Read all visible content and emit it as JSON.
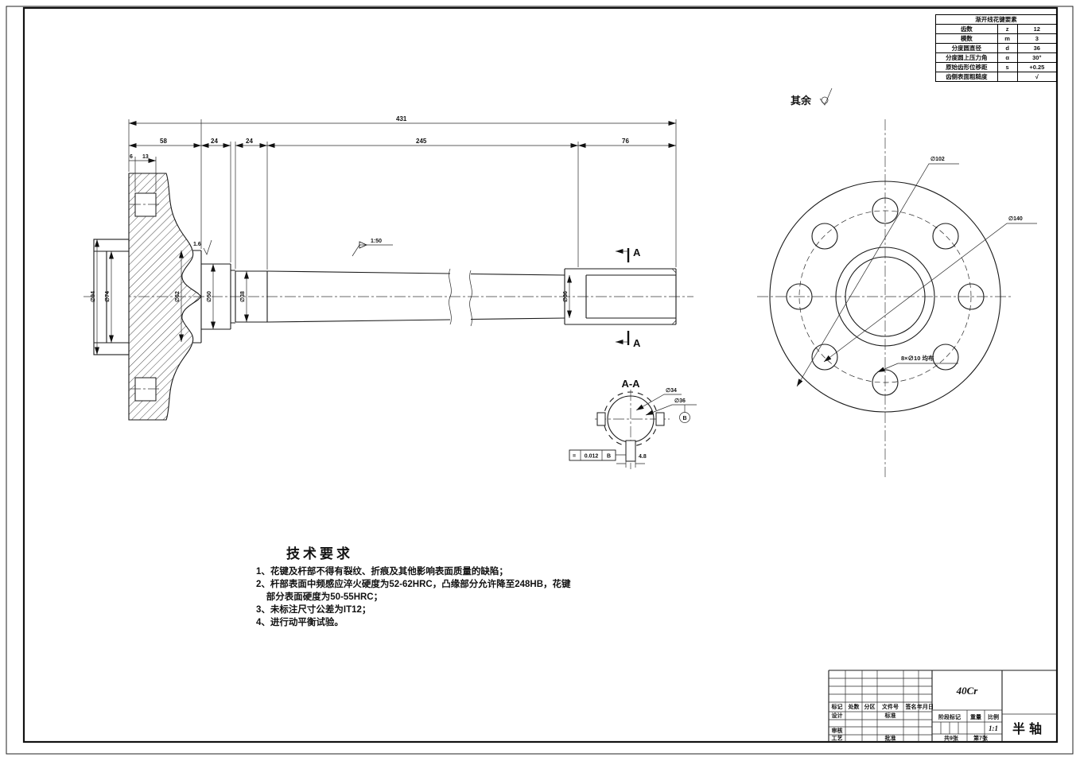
{
  "spline_table": {
    "title": "渐开线花键要素",
    "rows": [
      {
        "name": "齿数",
        "symbol": "z",
        "value": "12"
      },
      {
        "name": "模数",
        "symbol": "m",
        "value": "3"
      },
      {
        "name": "分度圆直径",
        "symbol": "d",
        "value": "36"
      },
      {
        "name": "分度圆上压力角",
        "symbol": "α",
        "value": "30°"
      },
      {
        "name": "原始齿形位移距",
        "symbol": "s",
        "value": "+0.25"
      },
      {
        "name": "齿侧表面粗糙度",
        "symbol": "",
        "value": "√"
      }
    ]
  },
  "surface_note": {
    "label": "其余"
  },
  "side_view": {
    "dims": {
      "overall": "431",
      "flange": "58",
      "neck1": "24",
      "neck2": "24",
      "body": "245",
      "spline_len": "76",
      "rim1": "6",
      "rim2": "13"
    },
    "diameters": {
      "d94": "∅94",
      "d74": "∅74",
      "d62": "∅62",
      "d50": "∅50",
      "d38": "∅38",
      "d36": "∅36"
    },
    "taper": "1:50",
    "roughness": "1.6",
    "section_mark": "A"
  },
  "flange_view": {
    "pitch_dia": "∅102",
    "outer_dia": "∅140",
    "holes_note": "8×∅10 均布"
  },
  "section_view": {
    "title": "A-A",
    "dia_small": "∅34",
    "dia_big": "∅36",
    "datum": "B",
    "fcf": {
      "symbol": "=",
      "value": "0.012",
      "datum": "B"
    },
    "tooth": "4.8"
  },
  "tech_req": {
    "title": "技术要求",
    "lines": [
      "1、花键及杆部不得有裂纹、折痕及其他影响表面质量的缺陷；",
      "2、杆部表面中频感应淬火硬度为52-62HRC，凸缘部分允许降至248HB，花键",
      "    部分表面硬度为50-55HRC；",
      "3、未标注尺寸公差为IT12；",
      "4、进行动平衡试验。"
    ]
  },
  "title_block": {
    "material": "40Cr",
    "part_name": "半轴",
    "headers": {
      "mark": "标记",
      "count": "处数",
      "zone": "分区",
      "doc_no": "文件号",
      "sign": "签名",
      "date": "年月日"
    },
    "roles": {
      "design": "设计",
      "standard": "标准",
      "check": "审核",
      "process": "工艺",
      "approve": "批准"
    },
    "stage_label": "阶段标记",
    "weight_label": "重量",
    "scale_label": "比例",
    "scale": "1:1",
    "sheets_total": "共9张",
    "sheet_no": "第7张"
  }
}
